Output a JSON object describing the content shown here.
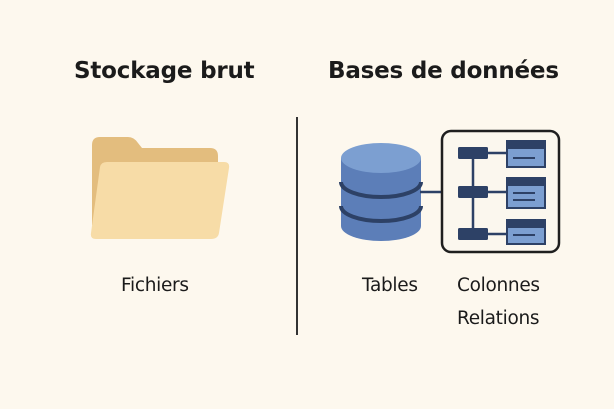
{
  "left_panel": {
    "title": "Stockage brut",
    "items": [
      {
        "label": "Fichiers",
        "icon": "folder-icon"
      }
    ]
  },
  "right_panel": {
    "title": "Bases de données",
    "items": [
      {
        "label": "Tables",
        "icon": "database-icon"
      },
      {
        "label": "Colonnes",
        "icon": "schema-icon"
      },
      {
        "label": "Relations",
        "icon": "schema-icon"
      }
    ]
  },
  "colors": {
    "background": "#fdf8ee",
    "folder_light": "#f7dca7",
    "folder_dark": "#e3bd7e",
    "db_blue": "#5c7eb8",
    "db_top": "#7c9fd1",
    "navy": "#2d4166",
    "divider": "#333333"
  }
}
